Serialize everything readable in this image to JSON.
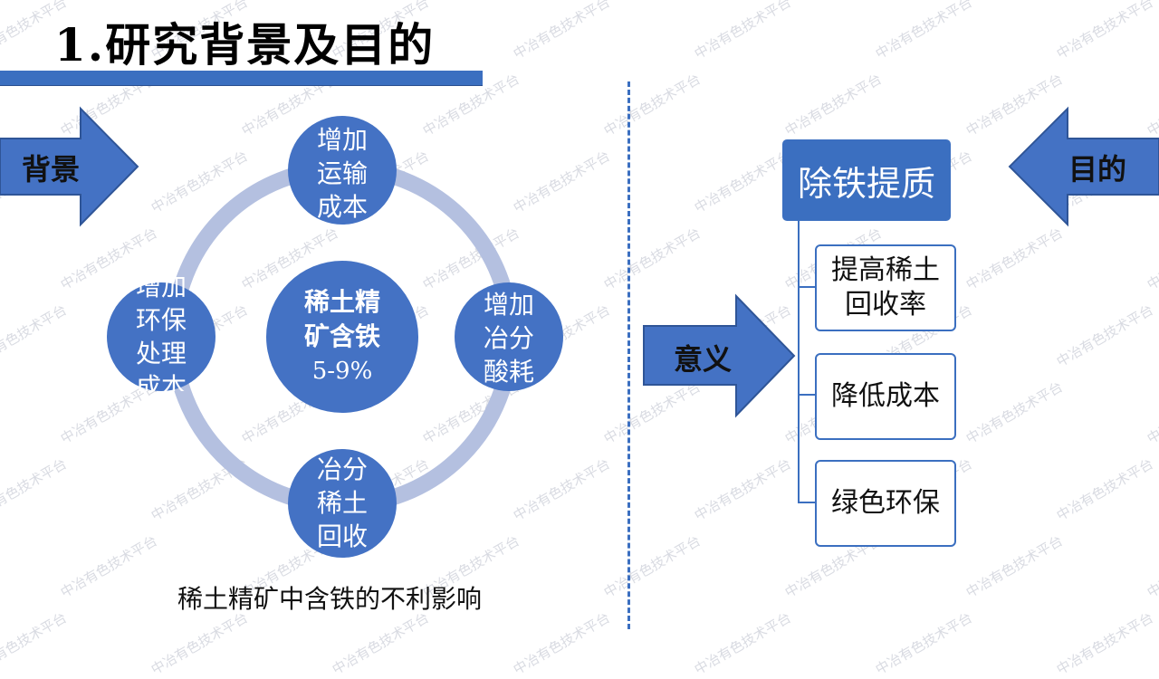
{
  "title": "1.研究背景及目的",
  "left": {
    "arrow_label": "背景",
    "center": [
      "稀土精",
      "矿含铁",
      "5-9%"
    ],
    "top": [
      "增加",
      "运输",
      "成本"
    ],
    "right": [
      "增加",
      "冶分",
      "酸耗"
    ],
    "bottom": [
      "冶分",
      "稀土",
      "回收"
    ],
    "left": [
      "增加",
      "环保",
      "处理",
      "成本"
    ],
    "caption": "稀土精矿中含铁的不利影响"
  },
  "right": {
    "arrow_goal_label": "目的",
    "arrow_meaning_label": "意义",
    "goal": "除铁提质",
    "items": [
      [
        "提高稀土",
        "回收率"
      ],
      [
        "降低成本"
      ],
      [
        "绿色环保"
      ]
    ]
  },
  "watermark": "中冶有色技术平台",
  "colors": {
    "accent": "#3B6FC0",
    "ring": "#B4C0E0",
    "circle": "#4472C4"
  }
}
